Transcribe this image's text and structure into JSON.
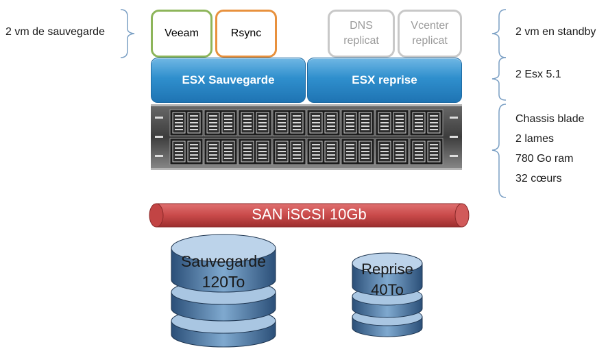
{
  "left_annotation": "2 vm de sauvegarde",
  "vms_backup": [
    {
      "label": "Veeam",
      "color": "#8db55a"
    },
    {
      "label": "Rsync",
      "color": "#e8913d"
    }
  ],
  "vms_standby": [
    {
      "line1": "DNS",
      "line2": "replicat"
    },
    {
      "line1": "Vcenter",
      "line2": "replicat"
    }
  ],
  "esx_hosts": [
    {
      "label": "ESX Sauvegarde"
    },
    {
      "label": "ESX reprise"
    }
  ],
  "right_annotations": {
    "standby": "2 vm en standby",
    "esx": "2 Esx 5.1",
    "chassis": [
      "Chassis blade",
      "2 lames",
      "780 Go ram",
      "32 cœurs"
    ]
  },
  "san": {
    "label": "SAN iSCSI 10Gb",
    "color": "#c94a4a"
  },
  "storage": [
    {
      "name": "Sauvegarde",
      "size": "120To"
    },
    {
      "name": "Reprise",
      "size": "40To"
    }
  ],
  "colors": {
    "esx_blue": "#2f8fcd",
    "vm_standby_border": "#c8c8c8",
    "disk_blue": "#7fa9cf"
  }
}
